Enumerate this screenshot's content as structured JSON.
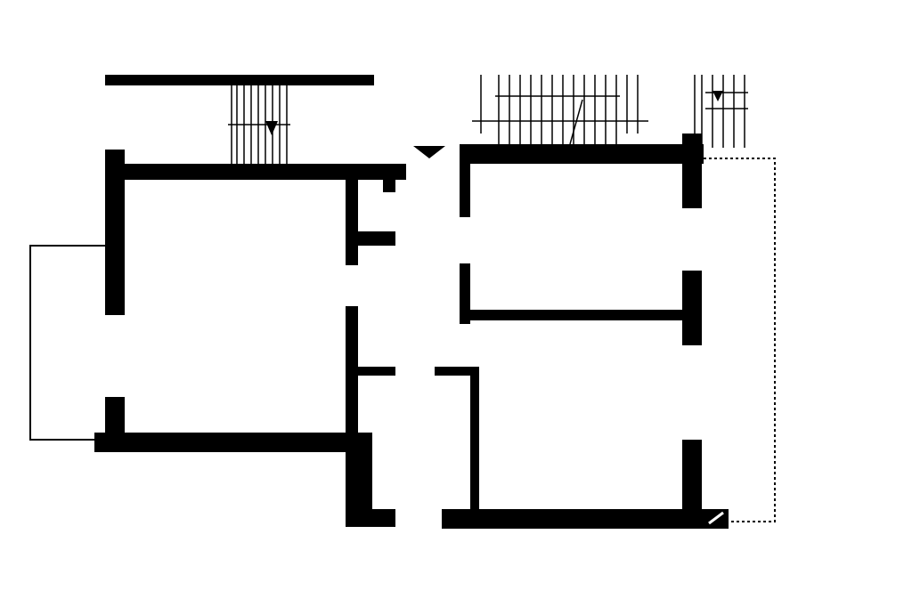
{
  "drawing": {
    "type": "floor-plan",
    "background": "#ffffff",
    "ink": "#000000"
  },
  "structure": {
    "staircases": 3,
    "rooms": 4,
    "balconies": 2,
    "entrance_arrow": true
  }
}
